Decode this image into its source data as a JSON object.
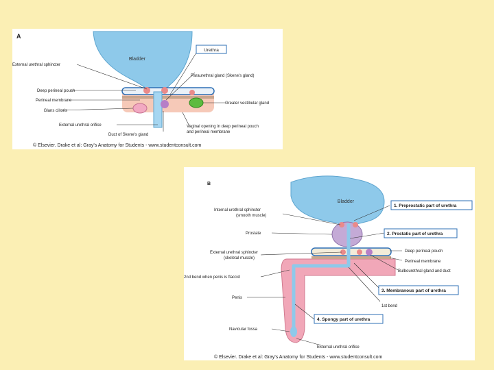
{
  "slide": {
    "background": "#fbefb4"
  },
  "panel_a": {
    "letter": "A",
    "bladder": "Bladder",
    "urethra": "Urethra",
    "external_urethral_sphincter": "External urethral sphincter",
    "paraurethral_gland": "Paraurethral gland (Skene's gland)",
    "deep_perineal_pouch": "Deep perineal pouch",
    "perineal_membrane": "Perineal membrane",
    "glans_clitoris": "Glans clitoris",
    "greater_vestibular_gland": "Greater vestibular gland",
    "external_urethral_orifice": "External urethral orifice",
    "vaginal_opening_1": "Vaginal opening in deep perineal pouch",
    "vaginal_opening_2": "and perineal membrane",
    "duct_skenes": "Duct of Skene's gland",
    "copyright": "© Elsevier. Drake et al: Gray's Anatomy for Students - www.studentconsult.com"
  },
  "panel_b": {
    "letter": "B",
    "bladder": "Bladder",
    "internal_sphincter_1": "Internal urethral sphincter",
    "internal_sphincter_2": "(smooth muscle)",
    "prostate": "Prostate",
    "external_sphincter_1": "External urethral sphincter",
    "external_sphincter_2": "(skeletal muscle)",
    "second_bend": "2nd bend when penis is flaccid",
    "penis": "Penis",
    "navicular_fossa": "Navicular fossa",
    "external_orifice": "External urethral orifice",
    "part1": "1. Preprostatic part of urethra",
    "part2": "2. Prostatic part of urethra",
    "deep_perineal_pouch": "Deep perineal pouch",
    "perineal_membrane": "Perineal membrane",
    "bulbourethral": "Bulbourethral gland and duct",
    "part3": "3. Membranous part of urethra",
    "first_bend": "1st bend",
    "part4": "4. Spongy part of urethra",
    "copyright": "© Elsevier. Drake et al: Gray's Anatomy for Students - www.studentconsult.com"
  },
  "colors": {
    "bladder": "#8ec9ea",
    "urethra": "#a6d6f1",
    "tissue": "#f6c9b8",
    "penis": "#f1a7b8",
    "prostate": "#c4aad6",
    "gland": "#5dbb3f",
    "label_box": "#2d6fb5"
  }
}
